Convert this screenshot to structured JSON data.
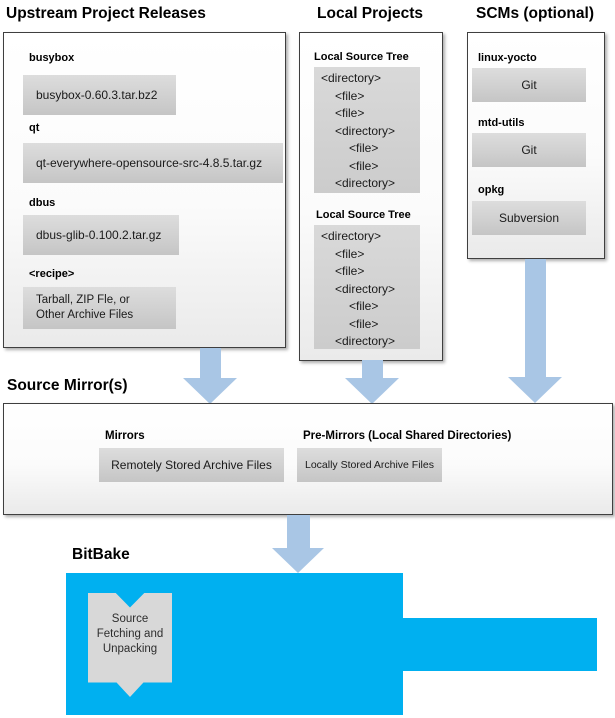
{
  "headings": {
    "upstream": "Upstream Project Releases",
    "local": "Local Projects",
    "scms": "SCMs (optional)",
    "source_mirrors": "Source Mirror(s)",
    "bitbake": "BitBake"
  },
  "upstream": {
    "items": [
      {
        "label": "busybox",
        "box": "busybox-0.60.3.tar.bz2"
      },
      {
        "label": "qt",
        "box": "qt-everywhere-opensource-src-4.8.5.tar.gz"
      },
      {
        "label": "dbus",
        "box": "dbus-glib-0.100.2.tar.gz"
      },
      {
        "label": "<recipe>",
        "box": "Tarball, ZIP Fle, or\nOther Archive Files"
      }
    ]
  },
  "local": {
    "trees": [
      {
        "label": "Local Source Tree",
        "lines": [
          {
            "text": "<directory>",
            "indent": 0
          },
          {
            "text": "<file>",
            "indent": 1
          },
          {
            "text": "<file>",
            "indent": 1
          },
          {
            "text": "<directory>",
            "indent": 1
          },
          {
            "text": "<file>",
            "indent": 2
          },
          {
            "text": "<file>",
            "indent": 2
          },
          {
            "text": "<directory>",
            "indent": 1
          }
        ]
      },
      {
        "label": "Local Source Tree",
        "lines": [
          {
            "text": "<directory>",
            "indent": 0
          },
          {
            "text": "<file>",
            "indent": 1
          },
          {
            "text": "<file>",
            "indent": 1
          },
          {
            "text": "<directory>",
            "indent": 1
          },
          {
            "text": "<file>",
            "indent": 2
          },
          {
            "text": "<file>",
            "indent": 2
          },
          {
            "text": "<directory>",
            "indent": 1
          }
        ]
      }
    ]
  },
  "scms": {
    "items": [
      {
        "label": "linux-yocto",
        "box": "Git"
      },
      {
        "label": "mtd-utils",
        "box": "Git"
      },
      {
        "label": "opkg",
        "box": "Subversion"
      }
    ]
  },
  "mirrors": {
    "mirrors_label": "Mirrors",
    "mirrors_box": "Remotely Stored Archive Files",
    "premirrors_label": "Pre-Mirrors (Local Shared Directories)",
    "premirrors_box": "Locally Stored Archive Files"
  },
  "bitbake": {
    "ribbon": "Source\nFetching and\nUnpacking"
  },
  "colors": {
    "bitbake_blue": "#00b0f0",
    "arrow_blue": "#a9c6e5",
    "box_gray": "#d2d2d2"
  }
}
